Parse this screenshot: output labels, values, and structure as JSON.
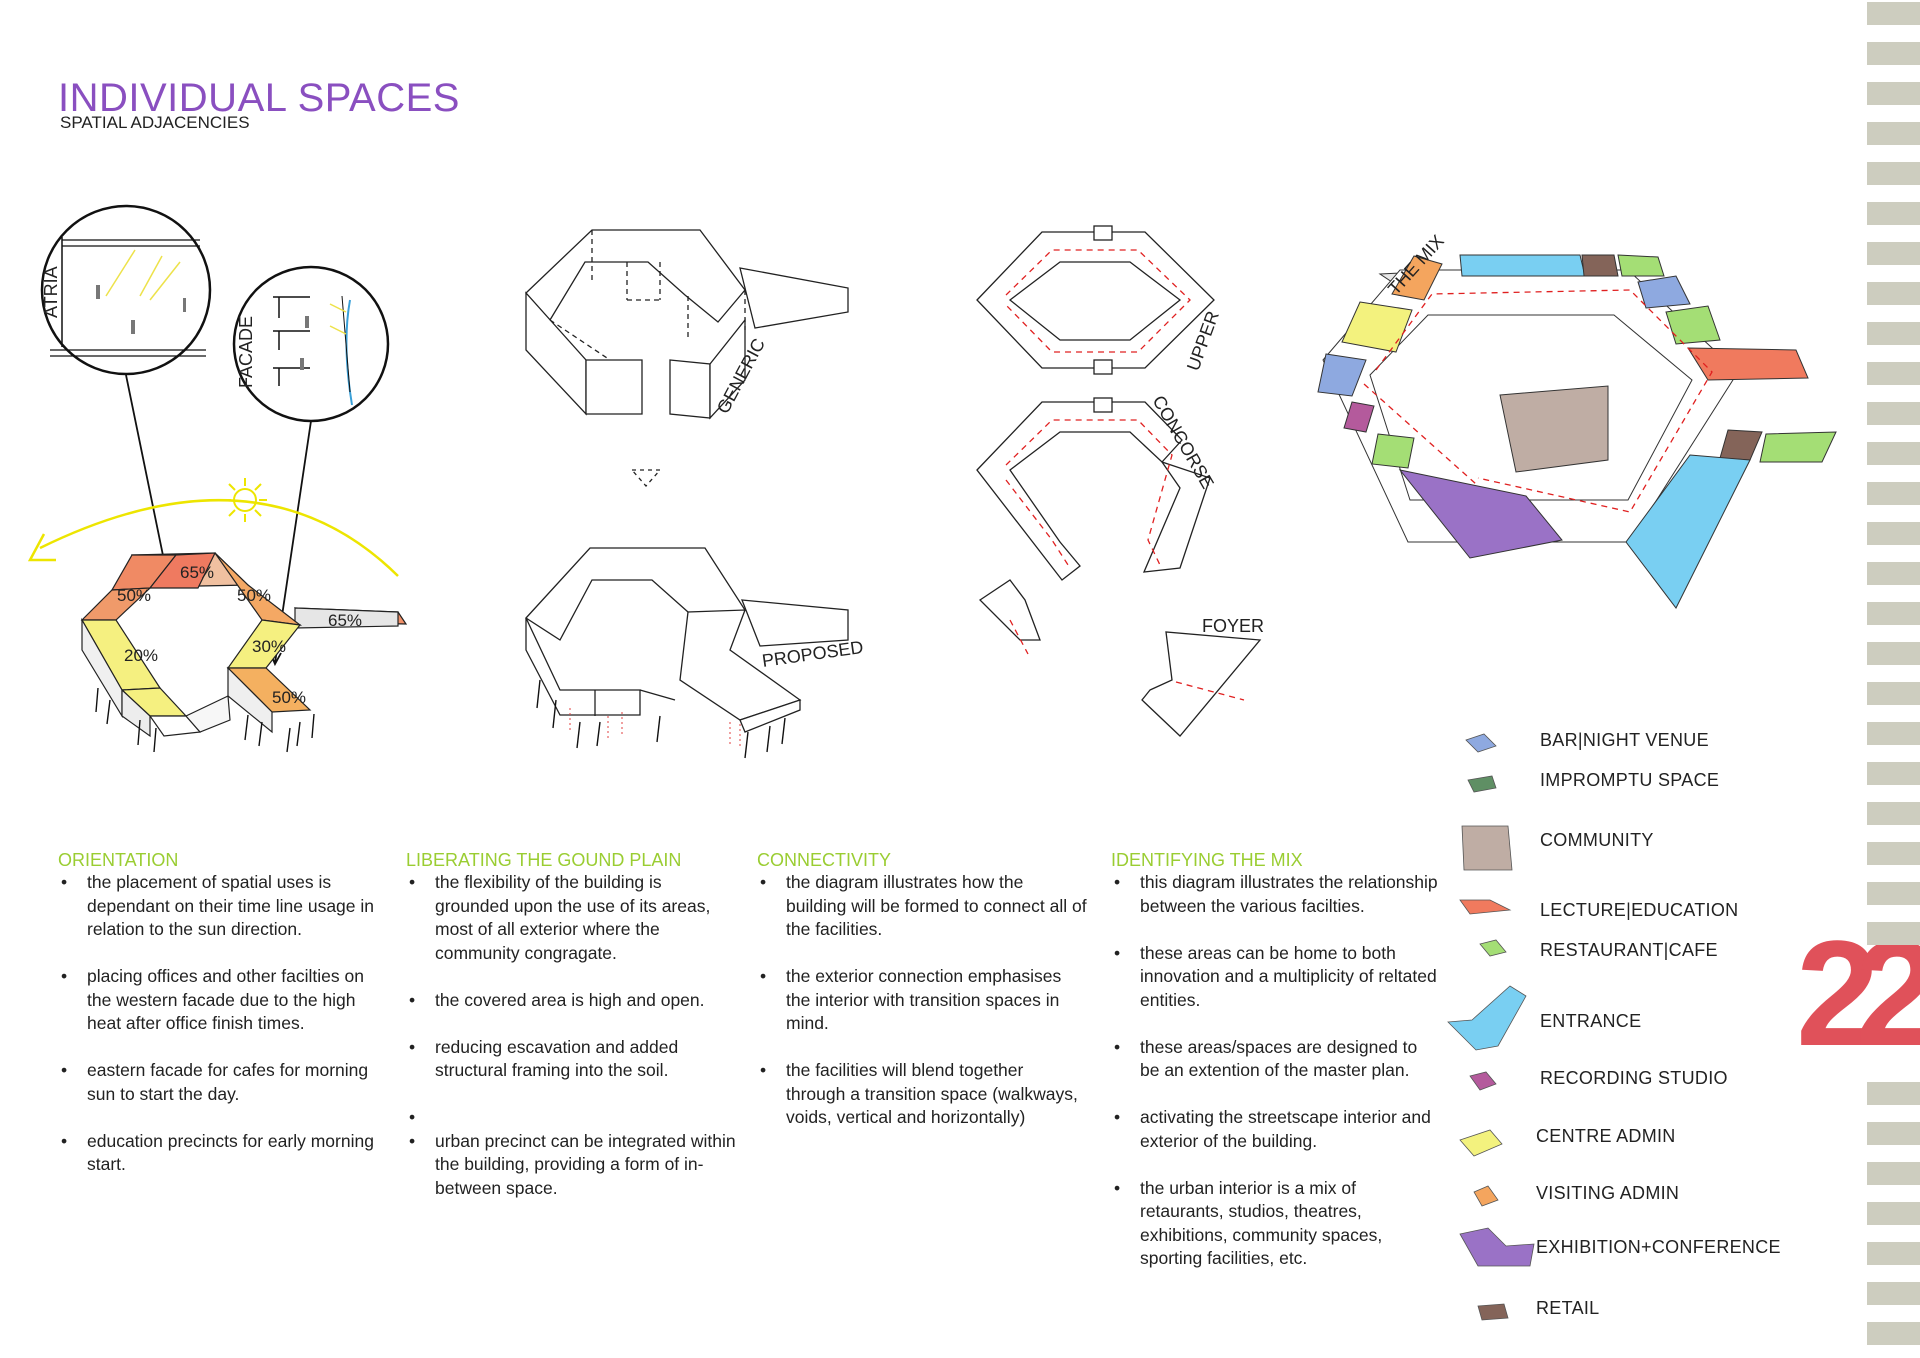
{
  "header": {
    "title": "INDIVIDUAL SPACES",
    "subtitle": "SPATIAL ADJACENCIES"
  },
  "diagram_labels": {
    "atria": "ATRIA",
    "facade": "FACADE",
    "generic": "GENERIC",
    "proposed": "PROPOSED",
    "upper": "UPPER",
    "concorse": "CONCORSE",
    "foyer": "FOYER",
    "the_mix": "THE MIX"
  },
  "orientation_percentages": [
    "65%",
    "50%",
    "50%",
    "65%",
    "20%",
    "30%",
    "50%"
  ],
  "sections": [
    {
      "heading": "ORIENTATION",
      "bullets": [
        "the placement of spatial uses is dependant on their time line usage in relation to the sun direction.",
        "placing offices and other facilties on the western facade due to the high heat after office finish times.",
        "eastern facade for cafes for morning sun to start the day.",
        "education precincts for early morning start."
      ]
    },
    {
      "heading": "LIBERATING THE GOUND PLAIN",
      "bullets": [
        "the flexibility of the building is grounded upon the use of its areas, most of all exterior where the community congragate.",
        "the covered area is high and open.",
        "reducing escavation and added structural framing into the soil.",
        "",
        "urban precinct can be integrated within the building, providing a form of in-between space."
      ]
    },
    {
      "heading": "CONNECTIVITY",
      "bullets": [
        "the diagram illustrates how the building will be formed to connect all of the facilities.",
        "the exterior connection emphasises the interior with transition spaces in mind.",
        "the facilities will blend together through a transition space (walkways, voids, vertical and horizontally)"
      ]
    },
    {
      "heading": "IDENTIFYING THE MIX",
      "bullets": [
        "this diagram illustrates the relationship between the various facilties.",
        "these areas can be home to both innovation and a multiplicity of reltated entities.",
        "these areas/spaces are designed to be an extention of the master plan.",
        "activating the streetscape interior and exterior of the building.",
        "the urban interior is a mix of retaurants, studios, theatres, exhibitions, community spaces, sporting facilities, etc."
      ]
    }
  ],
  "legend": [
    {
      "label": "BAR|NIGHT VENUE",
      "color": "#8ea9e0"
    },
    {
      "label": "IMPROMPTU SPACE",
      "color": "#5f8f64"
    },
    {
      "label": "COMMUNITY",
      "color": "#bfada4"
    },
    {
      "label": "LECTURE|EDUCATION",
      "color": "#f07a5e"
    },
    {
      "label": "RESTAURANT|CAFE",
      "color": "#a4de75"
    },
    {
      "label": "ENTRANCE",
      "color": "#79cff2"
    },
    {
      "label": "RECORDING STUDIO",
      "color": "#b45a9c"
    },
    {
      "label": "CENTRE ADMIN",
      "color": "#f3f27e"
    },
    {
      "label": "VISITING ADMIN",
      "color": "#f4a55e"
    },
    {
      "label": "EXHIBITION+CONFERENCE",
      "color": "#9a72c6"
    },
    {
      "label": "RETAIL",
      "color": "#846459"
    }
  ],
  "page_number": "22",
  "colors": {
    "title": "#8a4fc0",
    "section_heading": "#9acd32",
    "page_number": "#e0515a",
    "side_stripes": "#cdcdbf",
    "circulation_arrows": "#e02020"
  }
}
